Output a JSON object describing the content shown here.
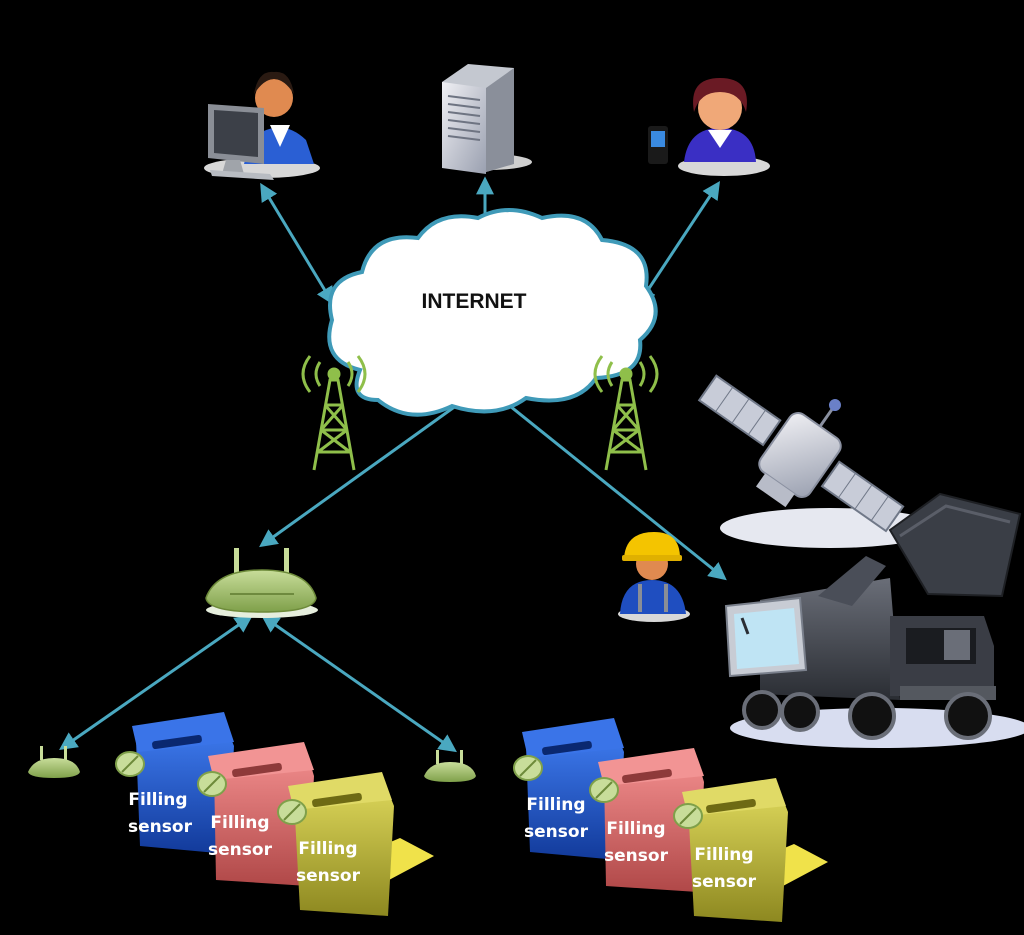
{
  "cloud": {
    "label": "INTERNET"
  },
  "bins": {
    "line1": "Filling",
    "line2": "sensor"
  },
  "colors": {
    "link": "#4aa8c0",
    "background": "#000000",
    "cloud": "#ffffff",
    "tower": "#8fbf4a",
    "bin_blue": "#1a4fc4",
    "bin_red": "#d86060",
    "bin_yellow": "#b8b030"
  },
  "icons": [
    "desktop-user-icon",
    "server-icon",
    "mobile-user-icon",
    "cloud-icon",
    "cell-tower-icon",
    "satellite-icon",
    "router-icon",
    "worker-icon",
    "garbage-truck-icon",
    "tablet-icon",
    "access-point-icon",
    "waste-bin-icon"
  ]
}
